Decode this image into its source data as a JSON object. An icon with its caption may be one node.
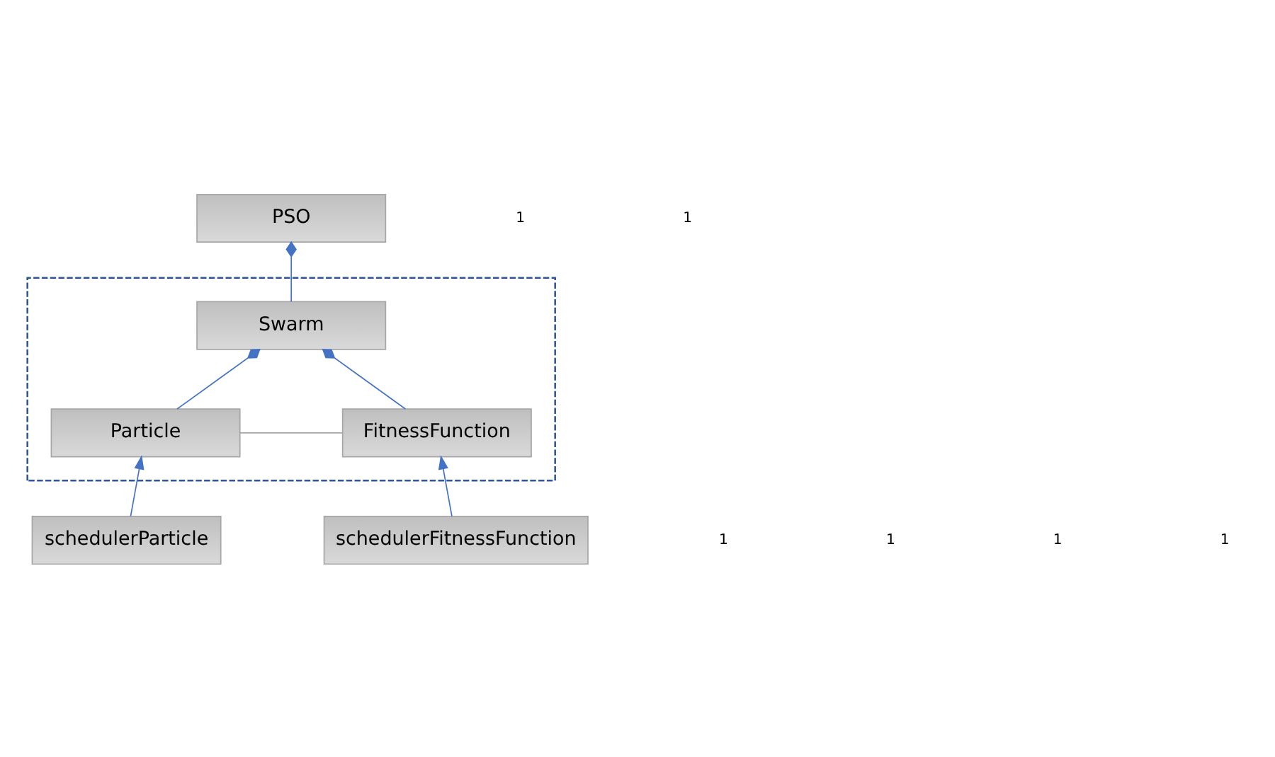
{
  "diagram": {
    "nodes": [
      {
        "text": [
          "PSO"
        ]
      },
      {
        "text": [],
        "shape": "box"
      },
      {
        "text": [
          "Swarm"
        ],
        "in": 1
      },
      {
        "text": [
          "Particle"
        ],
        "in": 1
      },
      {
        "text": [
          "FitnessFunction"
        ],
        "in": 1
      },
      {
        "text": [
          "schedulerParticle"
        ]
      },
      {
        "text": [
          "schedulerFitnessFunction"
        ]
      }
    ],
    "edges": [
      {
        "from": 0,
        "to": 2,
        "arrow": "other"
      },
      {
        "from": 2,
        "to": 3,
        "arrow": "other"
      },
      {
        "from": 2,
        "to": 4,
        "arrow": "other"
      },
      {
        "from": 3,
        "to": 4,
        "arrow": "none",
        "color": "#a6a6a6"
      },
      {
        "from": 5,
        "to": 3,
        "arrow": "to"
      },
      {
        "from": 6,
        "to": 4,
        "arrow": "to"
      }
    ],
    "labels": [
      "1",
      "1",
      "1",
      "1",
      "1",
      "1"
    ]
  }
}
